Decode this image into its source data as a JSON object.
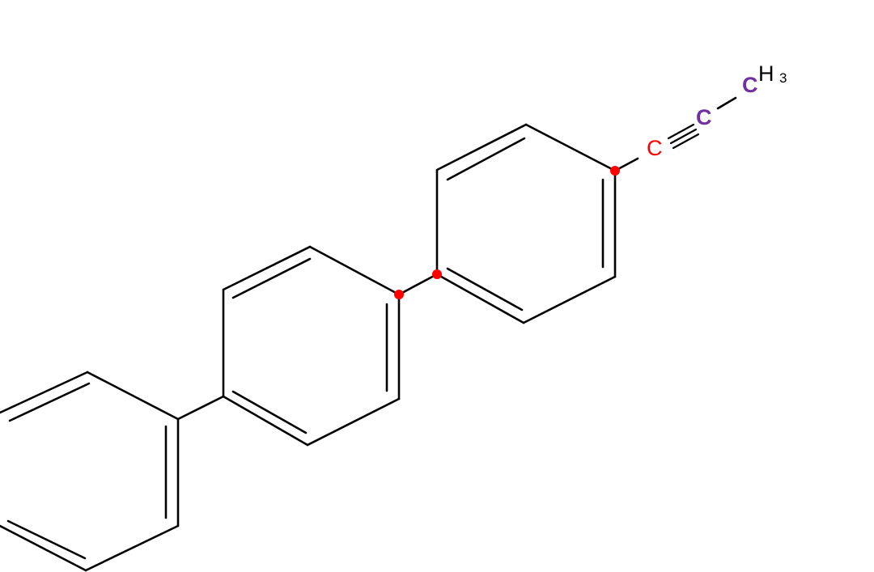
{
  "molecule": {
    "labels": {
      "c1": "C",
      "c2": "C",
      "c3": "C",
      "h3": "H",
      "h3_sub": "3"
    },
    "colors": {
      "bond": "#000000",
      "highlight": "#ff0000",
      "atom_purple": "#7030a0",
      "atom_black": "#000000"
    }
  }
}
